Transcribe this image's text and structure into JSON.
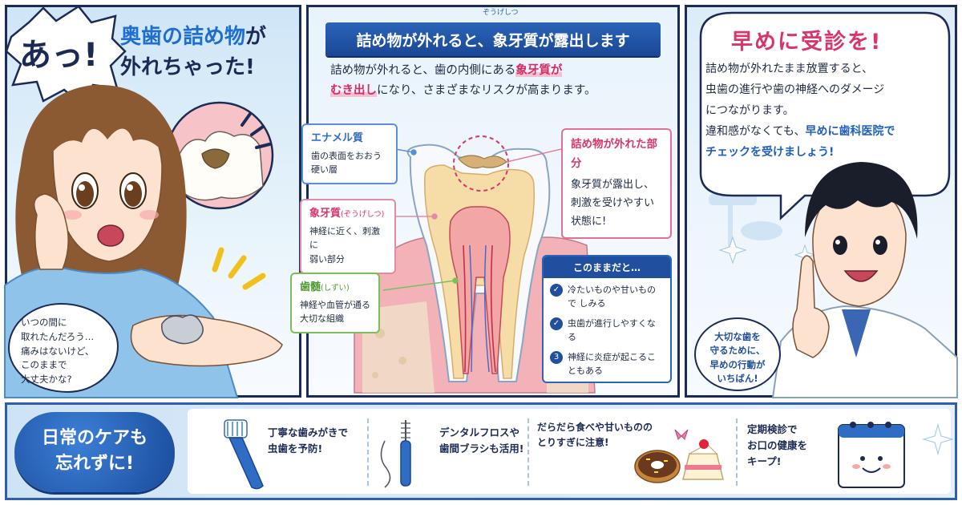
{
  "panel1": {
    "exclaim": "あっ!",
    "title_line1_blue": "奥歯の詰め物",
    "title_line1_rest": "が",
    "title_line2": "外れちゃった!",
    "thought_lines": [
      "いつの間に",
      "取れたんだろう…",
      "痛みはないけど、",
      "このままで",
      "大丈夫かな?"
    ]
  },
  "panel2": {
    "header": "詰め物が外れると、象牙質が露出します",
    "header_ruby": "ぞうげしつ",
    "lead_part1": "詰め物が外れると、歯の内側にある",
    "lead_hl1": "象牙質が",
    "lead_hl2": "むき出し",
    "lead_part2": "になり、さまざまなリスクが高まります。",
    "enamel": {
      "title": "エナメル質",
      "lines": [
        "歯の表面をおおう",
        "硬い層"
      ]
    },
    "dentin": {
      "title": "象牙質",
      "ruby": "(ぞうげしつ)",
      "lines": [
        "神経に近く、刺激に",
        "弱い部分"
      ]
    },
    "pulp": {
      "title": "歯髄",
      "ruby": "(しずい)",
      "lines": [
        "神経や血管が通る",
        "大切な組織"
      ]
    },
    "filling": {
      "title": "詰め物が外れた部分",
      "lines": [
        "象牙質が露出し、",
        "刺激を受けやすい",
        "状態に!"
      ]
    },
    "risk": {
      "title": "このままだと…",
      "items": [
        {
          "icon": "✓",
          "text": "冷たいものや甘いもので しみる"
        },
        {
          "icon": "✓",
          "text": "虫歯が進行しやすくなる"
        },
        {
          "icon": "3",
          "text": "神経に炎症が起こることもある"
        }
      ]
    }
  },
  "panel3": {
    "title": "早めに受診を!",
    "body_lines": [
      "詰め物が外れたまま放置すると、",
      "虫歯の進行や歯の神経へのダメージ",
      "につながります。",
      "違和感がなくても、"
    ],
    "body_blue1": "早めに歯科医院で",
    "body_blue2": "チェックを受けましょう!",
    "small_bubble": [
      "大切な歯を",
      "守るために、",
      "早めの行動が",
      "いちばん!"
    ]
  },
  "care": {
    "title_lines": [
      "日常のケアも",
      "忘れずに!"
    ],
    "items": [
      {
        "lines": [
          "丁寧な歯みがきで",
          "虫歯を予防!"
        ],
        "icon": "toothbrush-icon"
      },
      {
        "lines": [
          "デンタルフロスや",
          "歯間ブラシも活用!"
        ],
        "icon": "floss-brush-icon"
      },
      {
        "lines": [
          "だらだら食べや甘いものの",
          "とりすぎに注意!"
        ],
        "icon": "sweets-icon"
      },
      {
        "lines": [
          "定期検診で",
          "お口の健康を",
          "キープ!"
        ],
        "icon": "calendar-icon"
      }
    ]
  },
  "colors": {
    "navy": "#1b2a55",
    "blue": "#1f6fd1",
    "pink": "#d8366b",
    "green": "#4f9a2e"
  }
}
